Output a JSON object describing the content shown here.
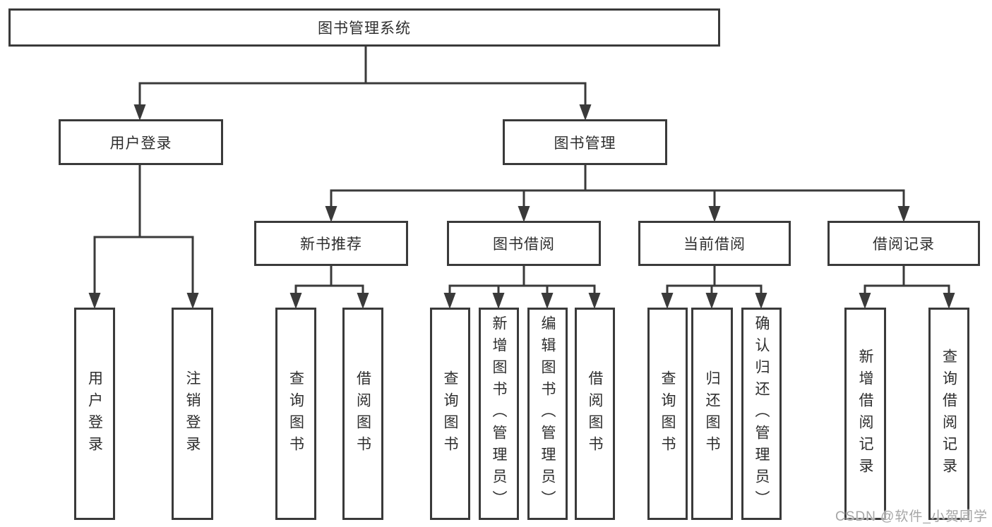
{
  "diagram_type": "hierarchy-tree",
  "colors": {
    "line": "#3a3a3a",
    "box_border": "#3a3a3a",
    "box_fill": "#ffffff",
    "text": "#2e2e2e",
    "watermark": "#a6a6a6",
    "background": "#ffffff"
  },
  "tree": {
    "label": "图书管理系统",
    "children": [
      {
        "label": "用户登录",
        "children": [
          {
            "label": "用户登录"
          },
          {
            "label": "注销登录"
          }
        ]
      },
      {
        "label": "图书管理",
        "children": [
          {
            "label": "新书推荐",
            "children": [
              {
                "label": "查询图书"
              },
              {
                "label": "借阅图书"
              }
            ]
          },
          {
            "label": "图书借阅",
            "children": [
              {
                "label": "查询图书"
              },
              {
                "label": "新增图书（管理员）"
              },
              {
                "label": "编辑图书（管理员）"
              },
              {
                "label": "借阅图书"
              }
            ]
          },
          {
            "label": "当前借阅",
            "children": [
              {
                "label": "查询图书"
              },
              {
                "label": "归还图书"
              },
              {
                "label": "确认归还（管理员）"
              }
            ]
          },
          {
            "label": "借阅记录",
            "children": [
              {
                "label": "新增借阅记录"
              },
              {
                "label": "查询借阅记录"
              }
            ]
          }
        ]
      }
    ]
  },
  "watermark": {
    "text": "CSDN @软件_小贺同学"
  }
}
